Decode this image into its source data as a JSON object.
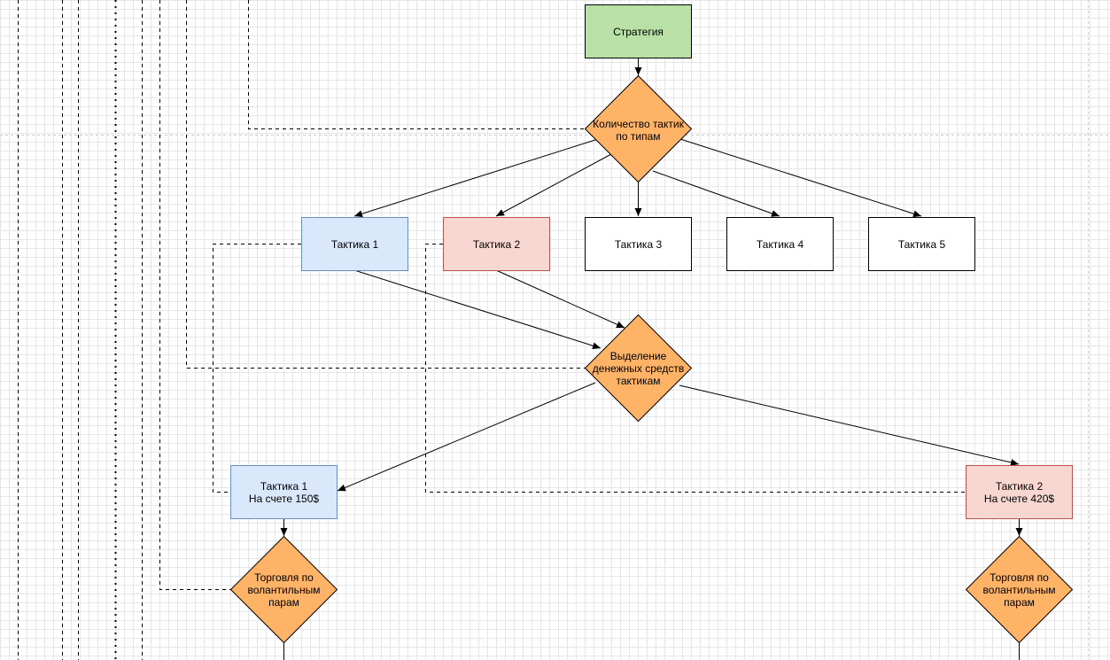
{
  "diagram": {
    "nodes": {
      "strategy": {
        "lines": [
          "Стратегия"
        ],
        "fill": "#b9e0a5"
      },
      "tactics_count": {
        "lines": [
          "Количество тактик",
          "по типам"
        ],
        "fill": "#ffb366"
      },
      "tactic1": {
        "lines": [
          "Тактика 1"
        ],
        "fill": "#dae8fc"
      },
      "tactic2": {
        "lines": [
          "Тактика 2"
        ],
        "fill": "#f8d7d0"
      },
      "tactic3": {
        "lines": [
          "Тактика 3"
        ],
        "fill": "#ffffff"
      },
      "tactic4": {
        "lines": [
          "Тактика 4"
        ],
        "fill": "#ffffff"
      },
      "tactic5": {
        "lines": [
          "Тактика 5"
        ],
        "fill": "#ffffff"
      },
      "allocation": {
        "lines": [
          "Выделение",
          "денежных средств",
          "тактикам"
        ],
        "fill": "#ffb366"
      },
      "tactic1_account": {
        "lines": [
          "Тактика 1",
          "На счете 150$"
        ],
        "fill": "#dae8fc"
      },
      "tactic2_account": {
        "lines": [
          "Тактика 2",
          "На счете 420$"
        ],
        "fill": "#f8d7d0"
      },
      "trade1": {
        "lines": [
          "Торговля по",
          "волантильным",
          "парам"
        ],
        "fill": "#ffb366"
      },
      "trade2": {
        "lines": [
          "Торговля по",
          "волантильным",
          "парам"
        ],
        "fill": "#ffb366"
      }
    }
  }
}
